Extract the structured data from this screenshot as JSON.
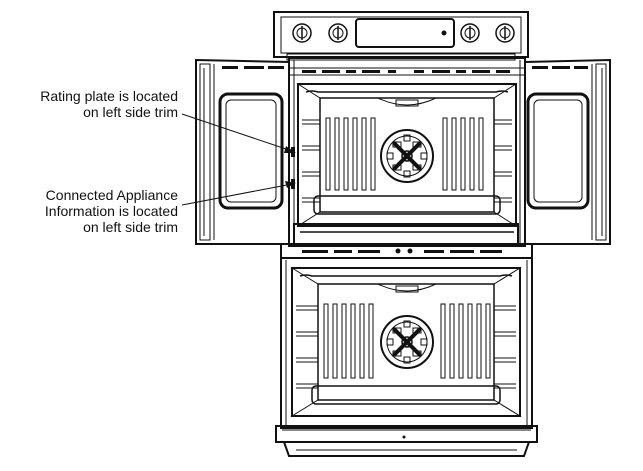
{
  "callouts": {
    "rating_plate": {
      "line1": "Rating plate is located",
      "line2": "on left side trim"
    },
    "connected_appliance": {
      "line1": "Connected Appliance",
      "line2": "Information is located",
      "line3": "on left side trim"
    }
  },
  "colors": {
    "stroke": "#111111",
    "background": "#ffffff"
  },
  "icons": [
    "control-knob-icon",
    "display-panel-icon",
    "convection-fan-icon"
  ]
}
